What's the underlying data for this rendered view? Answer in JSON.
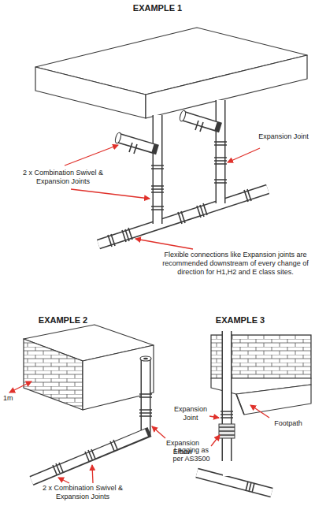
{
  "diagram": {
    "labels": [
      "EXAMPLE 1",
      "2 x Combination Swivel & Expansion Joints",
      "Expansion Joint",
      "Flexible connections like Expansion joints are recommended downstream of every change of direction for H1,H2 and E class sites.",
      "EXAMPLE 2",
      "1m",
      "Expansion Elbow",
      "2 x Combination Swivel & Expansion Joints",
      "EXAMPLE 3",
      "Expansion Joint",
      "Lagging as per AS3500",
      "Footpath"
    ]
  }
}
